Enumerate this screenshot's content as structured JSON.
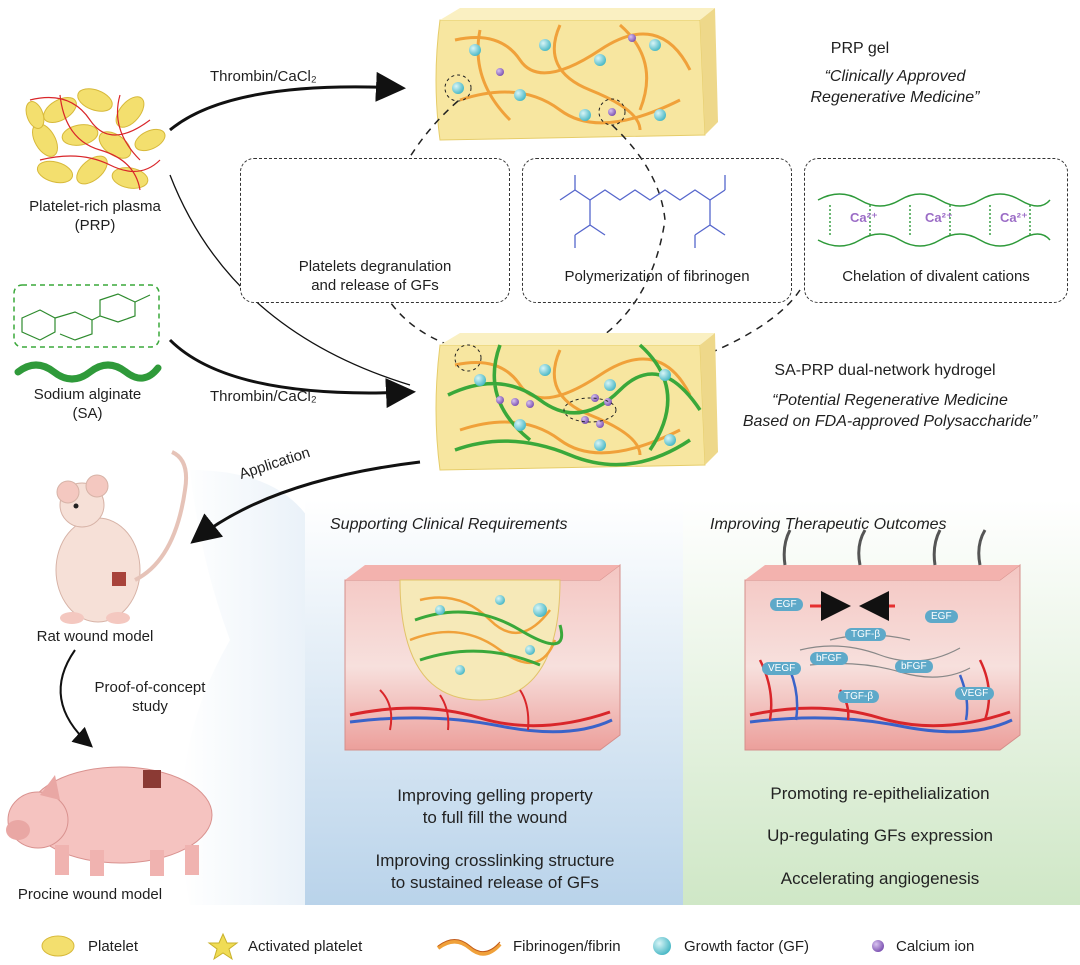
{
  "top": {
    "prp_label": "Platelet-rich plasma\n(PRP)",
    "sa_label": "Sodium alginate\n(SA)",
    "arrow1_label": "Thrombin/CaCl₂",
    "arrow2_label": "Thrombin/CaCl₂",
    "prp_gel_title": "PRP gel",
    "prp_gel_quote": "“Clinically Approved\nRegenerative Medicine”",
    "sa_prp_title": "SA-PRP dual-network hydrogel",
    "sa_prp_quote": "“Potential Regenerative Medicine\nBased on FDA-approved Polysaccharide”"
  },
  "mechanisms": {
    "box1": "Platelets degranulation\nand release of GFs",
    "box2": "Polymerization of fibrinogen",
    "box3": "Chelation of divalent cations",
    "ca_label": "Ca²⁺"
  },
  "left": {
    "application": "Application",
    "rat_label": "Rat wound model",
    "proof_label": "Proof-of-concept\nstudy",
    "pig_label": "Procine wound model"
  },
  "panels": {
    "clinical_heading": "Supporting Clinical Requirements",
    "therapeutic_heading": "Improving Therapeutic Outcomes",
    "clinical_points": [
      "Improving gelling property\nto full fill the wound",
      "Improving crosslinking structure\nto sustained release of GFs"
    ],
    "therapeutic_points": [
      "Promoting re-epithelialization",
      "Up-regulating GFs expression",
      "Accelerating angiogenesis"
    ],
    "gf_labels": [
      "EGF",
      "EGF",
      "TGF-β",
      "bFGF",
      "bFGF",
      "VEGF",
      "VEGF",
      "TGF-β"
    ]
  },
  "legend": {
    "platelet": "Platelet",
    "activated": "Activated platelet",
    "fibrin": "Fibrinogen/fibrin",
    "gf": "Growth factor (GF)",
    "calcium": "Calcium ion"
  },
  "colors": {
    "platelet": "#f3df6e",
    "fibrin": "#f0a13a",
    "alginate": "#3aa83a",
    "gf": "#7fd3d8",
    "calcium": "#9b6cc6",
    "skin": "#f2b9b4",
    "vessel_red": "#d9262a",
    "vessel_blue": "#3a63c9"
  }
}
